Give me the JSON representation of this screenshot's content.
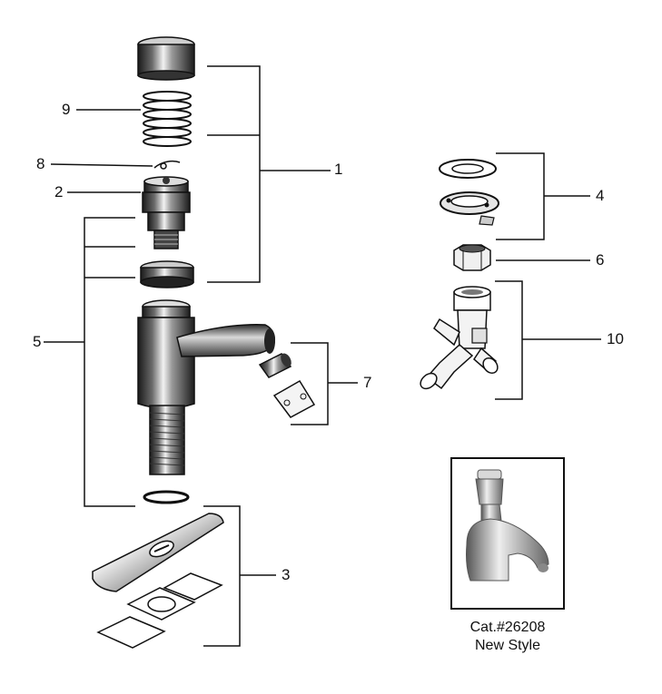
{
  "callouts": {
    "c1": "1",
    "c2": "2",
    "c3": "3",
    "c4": "4",
    "c5": "5",
    "c6": "6",
    "c7": "7",
    "c8": "8",
    "c9": "9",
    "c10": "10"
  },
  "inset": {
    "catalog": "Cat.#26208",
    "style": "New Style"
  },
  "colors": {
    "line": "#111111",
    "chrome_dark": "#1a1a1a",
    "chrome_mid": "#7a7a7a",
    "chrome_light": "#e8e8e8"
  }
}
